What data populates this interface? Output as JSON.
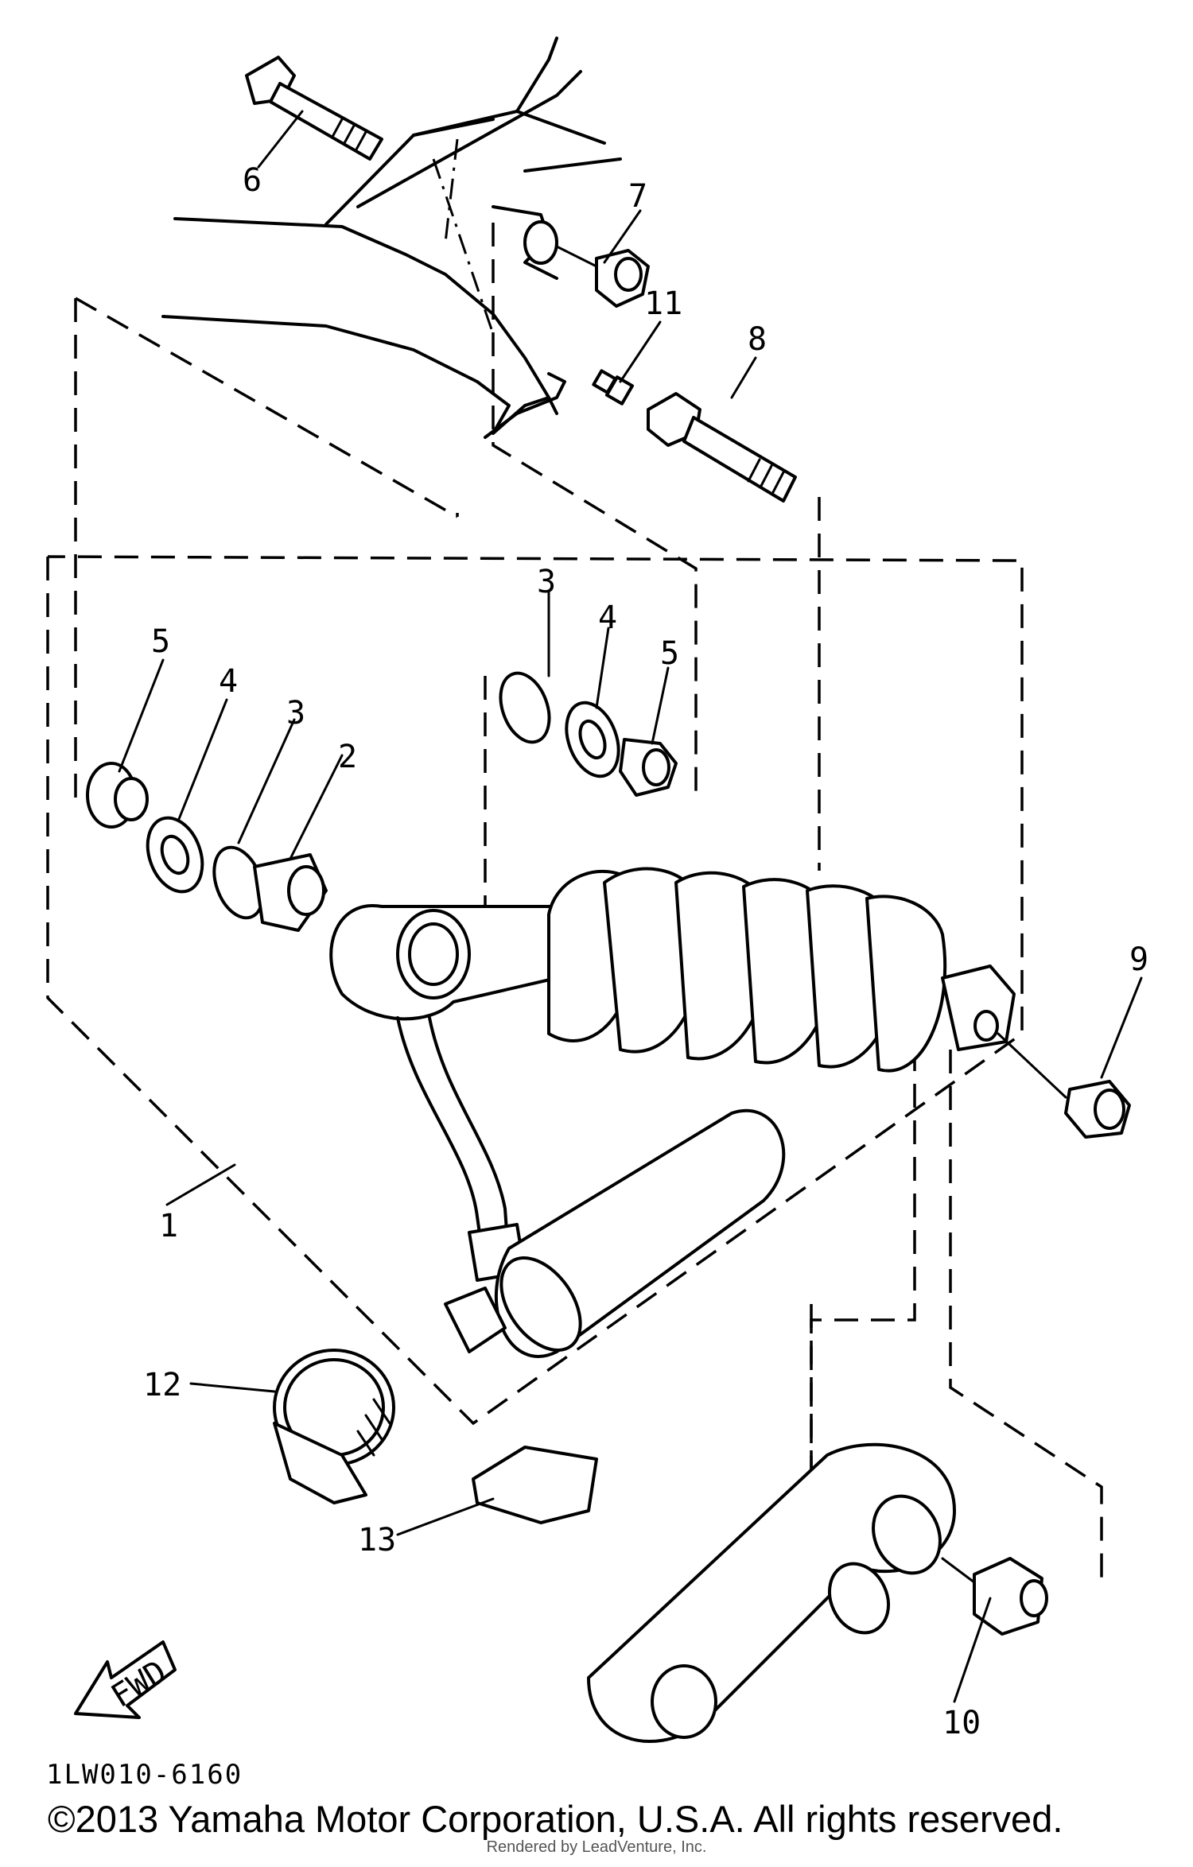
{
  "diagram": {
    "drawing_code": "1LW010-6160",
    "direction_label": "FWD",
    "callouts": [
      {
        "id": "c1",
        "text": "1"
      },
      {
        "id": "c2",
        "text": "2"
      },
      {
        "id": "c3a",
        "text": "3"
      },
      {
        "id": "c3b",
        "text": "3"
      },
      {
        "id": "c4a",
        "text": "4"
      },
      {
        "id": "c4b",
        "text": "4"
      },
      {
        "id": "c5a",
        "text": "5"
      },
      {
        "id": "c5b",
        "text": "5"
      },
      {
        "id": "c6",
        "text": "6"
      },
      {
        "id": "c7",
        "text": "7"
      },
      {
        "id": "c8",
        "text": "8"
      },
      {
        "id": "c9",
        "text": "9"
      },
      {
        "id": "c10",
        "text": "10"
      },
      {
        "id": "c11",
        "text": "11"
      },
      {
        "id": "c12",
        "text": "12"
      },
      {
        "id": "c13",
        "text": "13"
      }
    ]
  },
  "footer": {
    "copyright": "©2013 Yamaha Motor Corporation, U.S.A. All rights reserved.",
    "watermark": "Rendered by LeadVenture, Inc."
  }
}
